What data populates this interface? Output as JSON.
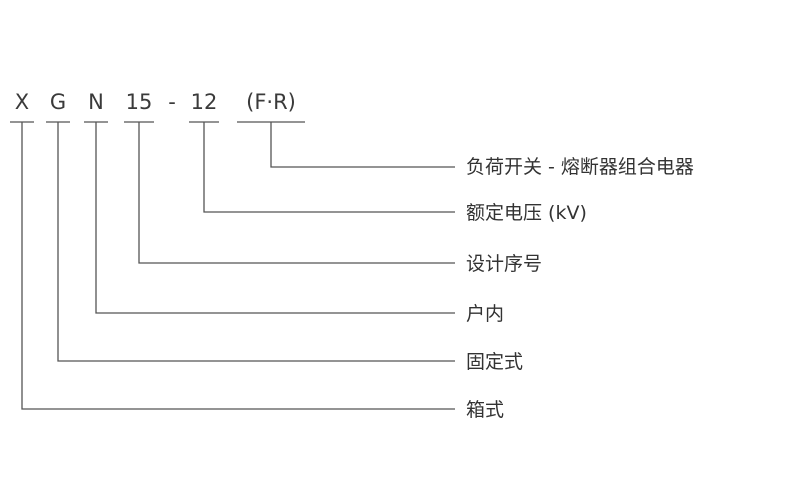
{
  "code": {
    "parts": [
      "X",
      "G",
      "N",
      "15",
      "-",
      "12",
      "(F·R)"
    ]
  },
  "descriptions": [
    "负荷开关 - 熔断器组合电器",
    "额定电压 (kV)",
    "设计序号",
    "户内",
    "固定式",
    "箱式"
  ],
  "colors": {
    "text": "#333333",
    "line": "#555555"
  }
}
